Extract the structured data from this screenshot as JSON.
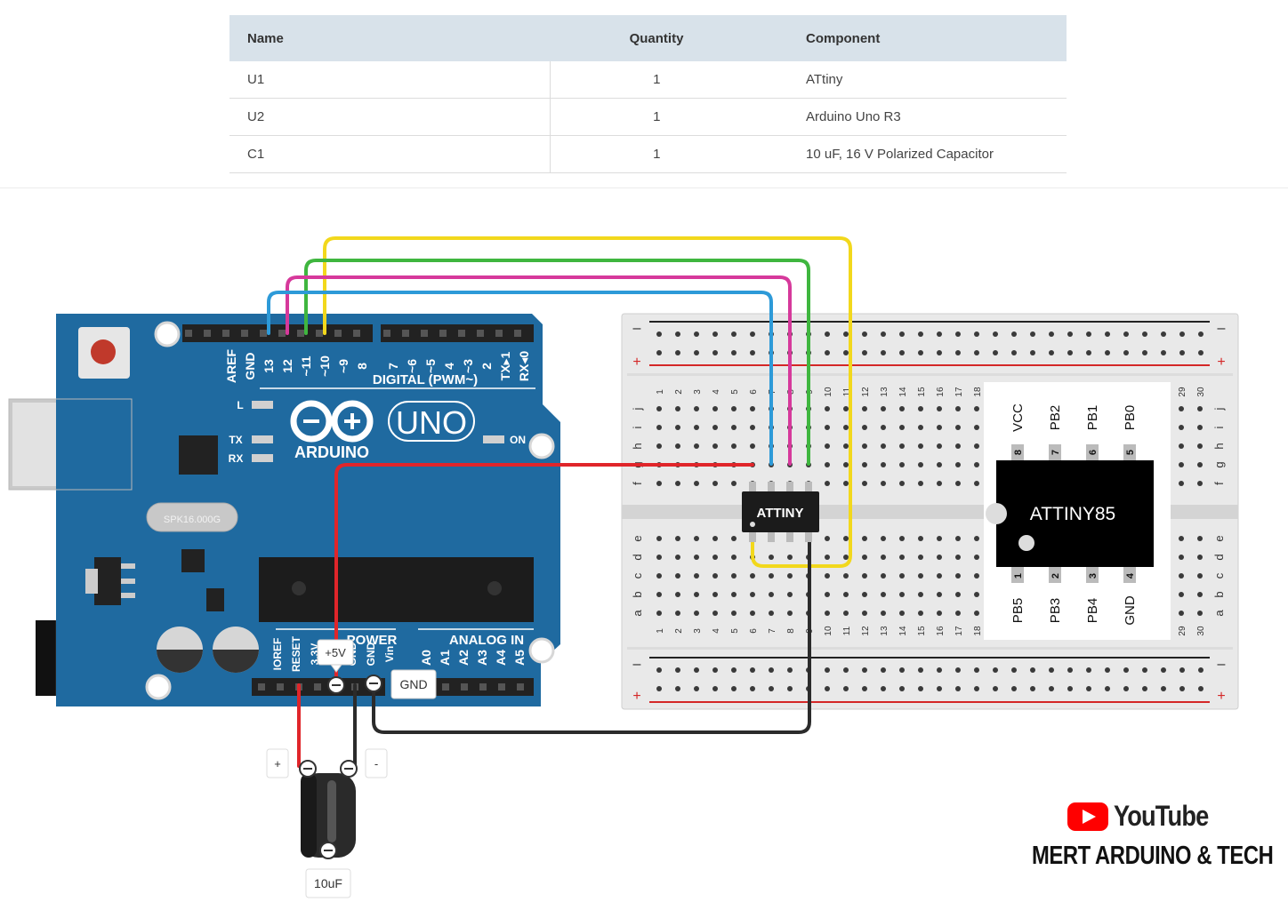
{
  "table": {
    "headers": [
      "Name",
      "Quantity",
      "Component"
    ],
    "rows": [
      {
        "name": "U1",
        "quantity": "1",
        "component": "ATtiny"
      },
      {
        "name": "U2",
        "quantity": "1",
        "component": "Arduino Uno R3"
      },
      {
        "name": "C1",
        "quantity": "1",
        "component": "10 uF, 16 V Polarized Capacitor"
      }
    ]
  },
  "arduino": {
    "logo_text": "ARDUINO",
    "model": "UNO",
    "digital_label": "DIGITAL (PWM~)",
    "power_label": "POWER",
    "analog_label": "ANALOG IN",
    "on_label": "ON",
    "led_labels": [
      "L",
      "TX",
      "RX"
    ],
    "crystal": "SPK16.000G",
    "digital_pins": [
      "AREF",
      "GND",
      "13",
      "12",
      "~11",
      "~10",
      "~9",
      "8",
      "7",
      "~6",
      "~5",
      "4",
      "~3",
      "2",
      "TX▸1",
      "RX◂0"
    ],
    "power_pins": [
      "IOREF",
      "RESET",
      "3.3V",
      "5V",
      "GND",
      "GND",
      "Vin"
    ],
    "analog_pins": [
      "A0",
      "A1",
      "A2",
      "A3",
      "A4",
      "A5"
    ],
    "tooltip_5v": "+5V",
    "tooltip_gnd": "GND"
  },
  "breadboard": {
    "columns": [
      "1",
      "2",
      "3",
      "4",
      "5",
      "6",
      "7",
      "8",
      "9",
      "10",
      "11",
      "12",
      "13",
      "14",
      "15",
      "16",
      "17",
      "18",
      "29",
      "30"
    ],
    "rows_top": [
      "j",
      "i",
      "h",
      "g",
      "f"
    ],
    "rows_bottom": [
      "e",
      "d",
      "c",
      "b",
      "a"
    ],
    "rail_minus": "–",
    "rail_plus": "+"
  },
  "chip": {
    "label": "ATTINY"
  },
  "pinout": {
    "chip_name": "ATTINY85",
    "top_pins": [
      {
        "num": "8",
        "name": "VCC"
      },
      {
        "num": "7",
        "name": "PB2"
      },
      {
        "num": "6",
        "name": "PB1"
      },
      {
        "num": "5",
        "name": "PB0"
      }
    ],
    "bottom_pins": [
      {
        "num": "1",
        "name": "PB5"
      },
      {
        "num": "2",
        "name": "PB3"
      },
      {
        "num": "3",
        "name": "PB4"
      },
      {
        "num": "4",
        "name": "GND"
      }
    ]
  },
  "capacitor": {
    "label": "10uF",
    "plus": "+",
    "minus": "-"
  },
  "wire_colors": {
    "yellow": "#f2d81c",
    "green": "#3fb63f",
    "magenta": "#d6399b",
    "blue": "#2d9ad8",
    "red": "#e0252a",
    "black": "#2b2b2b"
  },
  "brand": {
    "youtube": "YouTube",
    "channel": "MERT ARDUINO & TECH"
  }
}
